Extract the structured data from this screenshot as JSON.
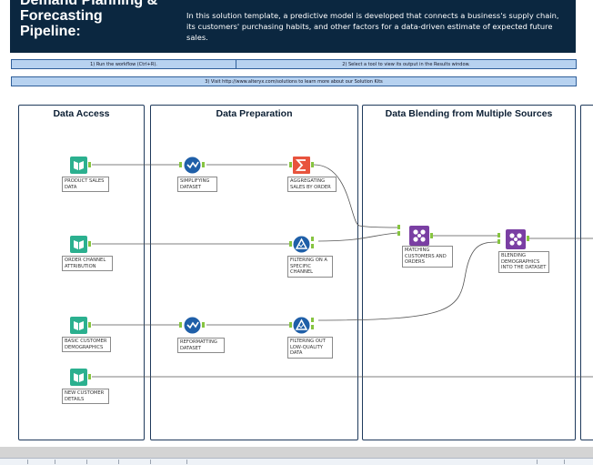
{
  "banner": {
    "title": "Demand Planning &\nForecasting\nPipeline:",
    "description": "In this solution template, a predictive model is developed that connects a business's supply chain, its customers' purchasing habits, and other factors for a data-driven estimate of expected future sales."
  },
  "instructions": {
    "step1": "1) Run the workflow (Ctrl+R).",
    "step2": "2) Select a tool to view its output in the Results window.",
    "step3": "3) Visit http://www.alteryx.com/solutions to learn more about our Solution Kits"
  },
  "sections": {
    "data_access": "Data Access",
    "data_preparation": "Data Preparation",
    "data_blending": "Data Blending from Multiple Sources"
  },
  "tools": {
    "product_sales": "PRODUCT SALES DATA",
    "order_channel": "ORDER CHANNEL ATTRIBUTION",
    "basic_customer": "BASIC CUSTOMER DEMOGRAPHICS",
    "new_customer": "NEW CUSTOMER DETAILS",
    "simplifying": "SIMPLIFYING DATASET",
    "reformatting": "REFORMATTING DATASET",
    "aggregating": "AGGREGATING SALES BY ORDER",
    "filtering_channel": "FILTERING ON A SPECIFIC CHANNEL",
    "filtering_quality": "FILTERING OUT LOW-QUALITY DATA",
    "matching": "MATCHING CUSTOMERS AND ORDERS",
    "blending": "BLENDING DEMOGRAPHICS INTO THE DATASET"
  },
  "icons": {
    "input": "book-input-icon",
    "select": "checkmark-select-icon",
    "summarize": "sigma-summarize-icon",
    "filter": "triangle-filter-icon",
    "join": "join-nodes-icon"
  },
  "colors": {
    "banner_bg": "#0b2740",
    "input_tool": "#2bb08f",
    "select_tool": "#1f5fa8",
    "summarize_tool": "#e8533d",
    "filter_tool": "#1f5fa8",
    "join_tool": "#7a3fa3",
    "instruction_bg": "#b7d2f0"
  }
}
